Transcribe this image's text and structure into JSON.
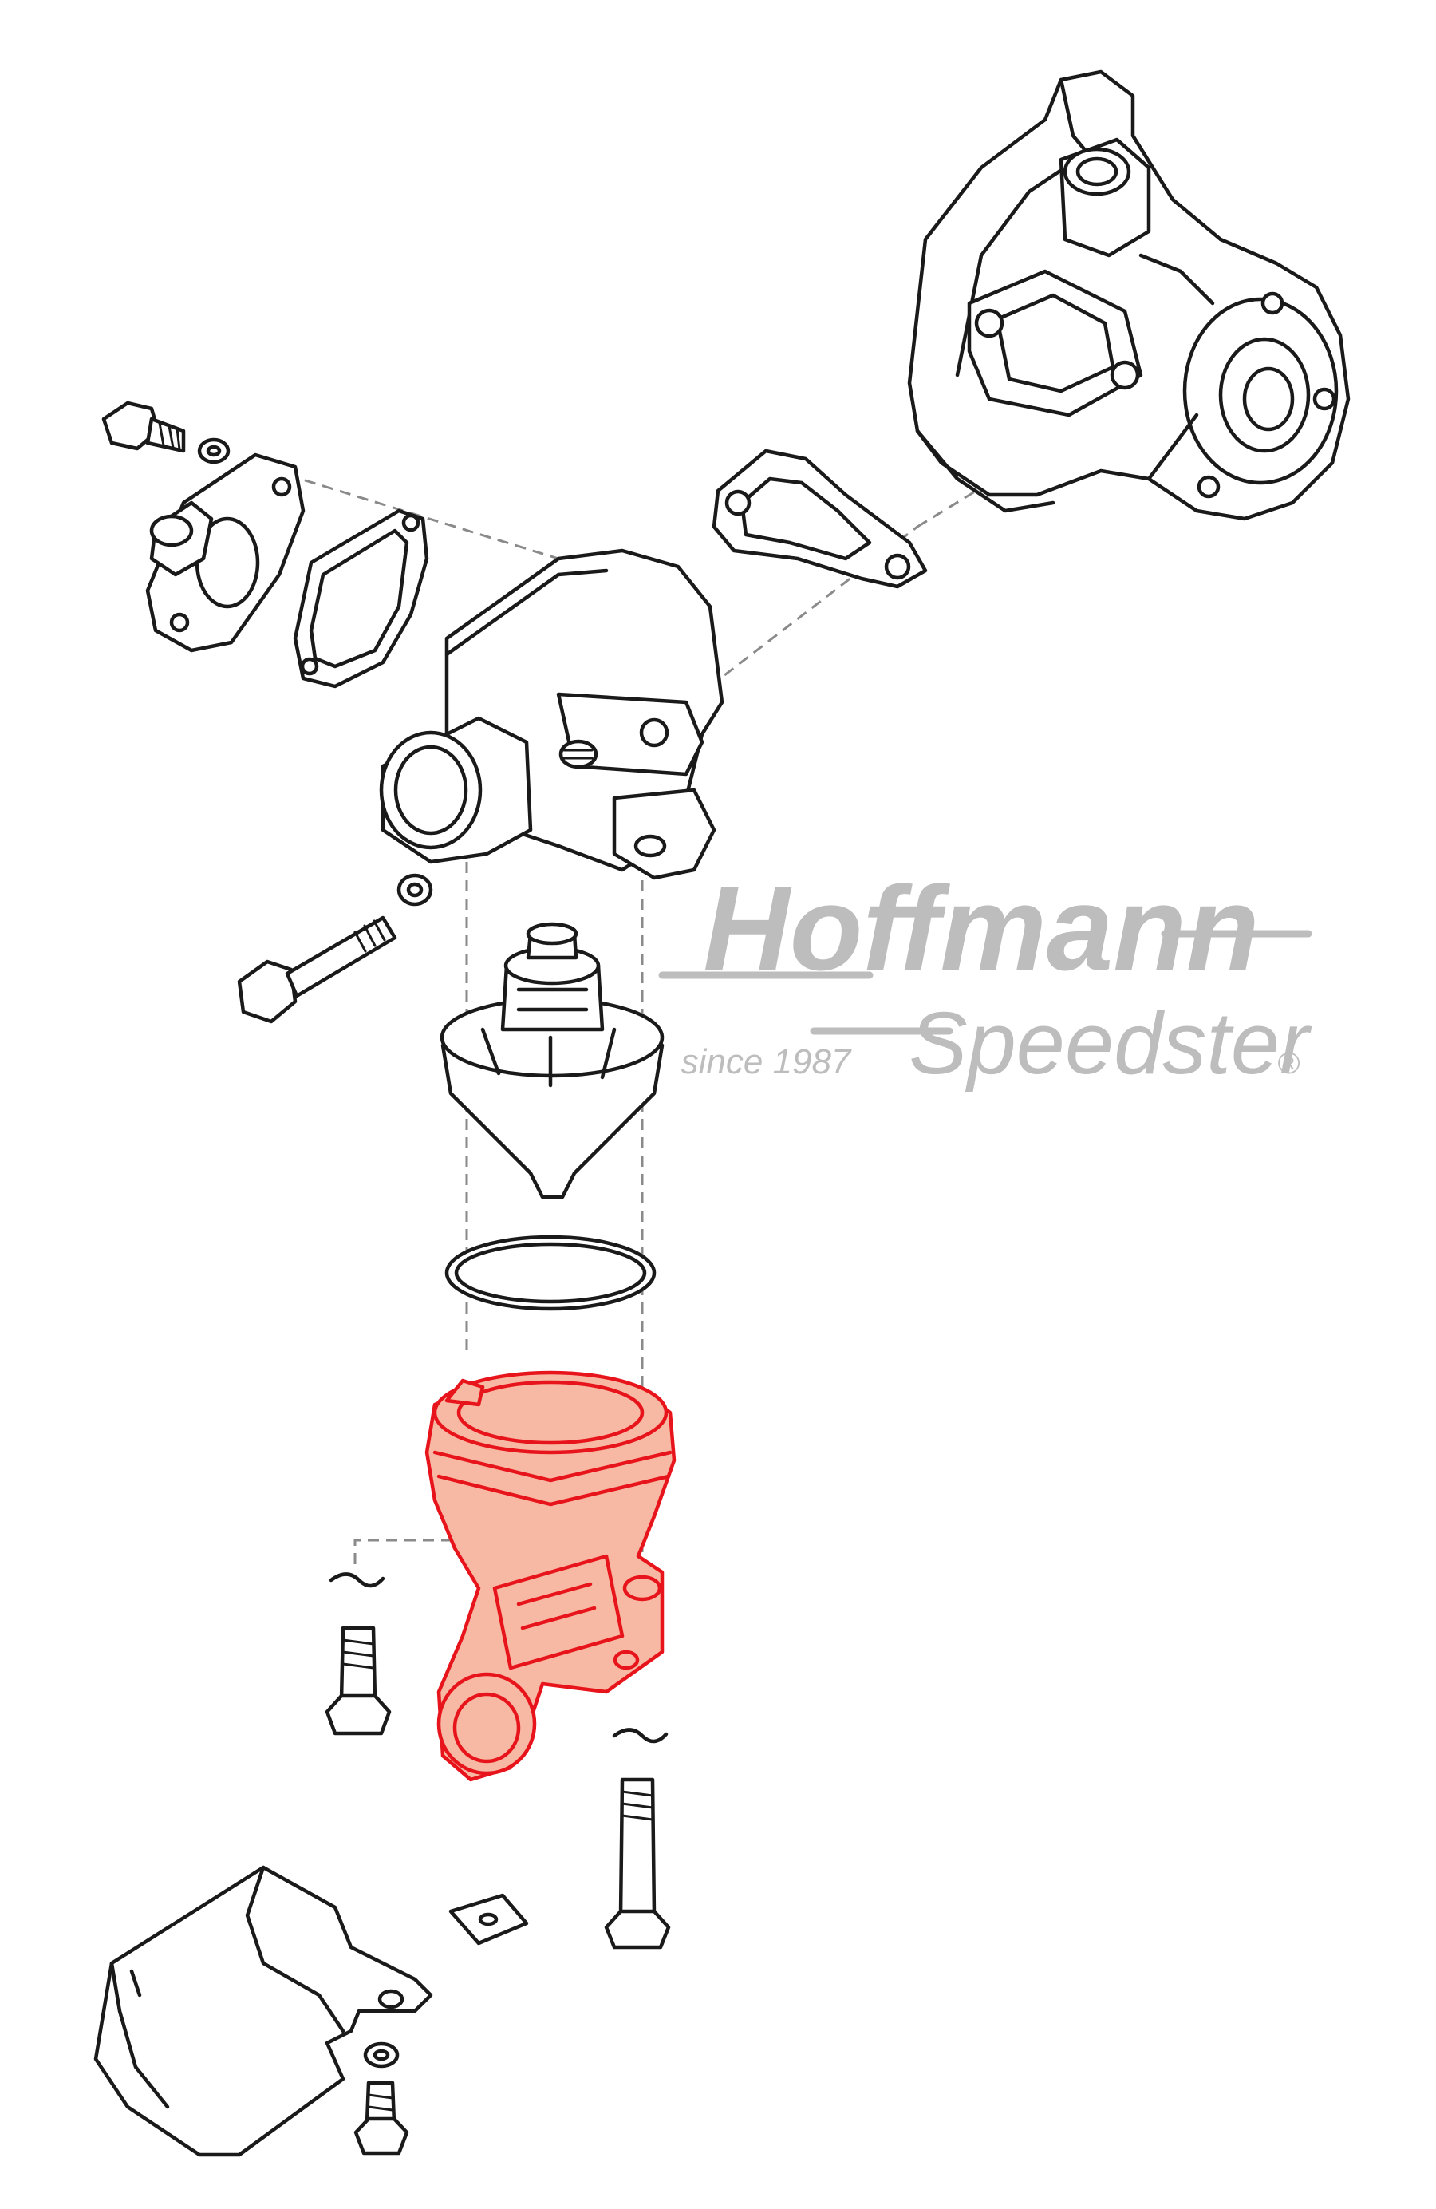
{
  "watermark": {
    "brand_line1": "Hoffmann",
    "brand_line2": "Speedster",
    "since": "since 1987",
    "registered_mark": "®",
    "color": "#bdbdbd"
  },
  "diagram": {
    "line_color": "#1a1a1a",
    "highlight_fill": "#f7b9a3",
    "highlight_stroke": "#e8141c",
    "leader_color": "#8a8a8a"
  }
}
